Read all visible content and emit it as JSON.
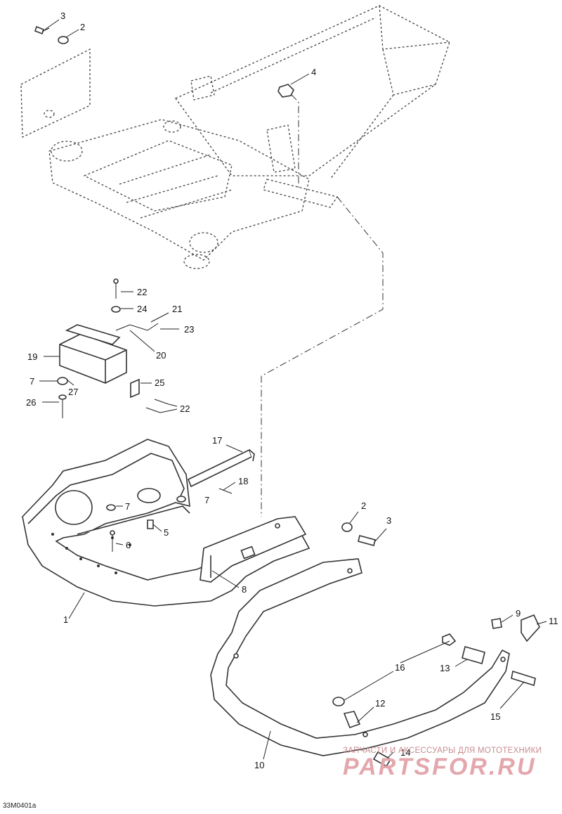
{
  "drawing_code": "33M0401a",
  "watermark": {
    "tagline": "ЗАПЧАСТИ И АКСЕССУАРЫ ДЛЯ МОТОТЕХНИКИ",
    "brand": "PARTSFOR.RU"
  },
  "callouts": [
    {
      "id": "c3a",
      "label": "3"
    },
    {
      "id": "c2a",
      "label": "2"
    },
    {
      "id": "c4",
      "label": "4"
    },
    {
      "id": "c22a",
      "label": "22"
    },
    {
      "id": "c24",
      "label": "24"
    },
    {
      "id": "c21",
      "label": "21"
    },
    {
      "id": "c23",
      "label": "23"
    },
    {
      "id": "c20",
      "label": "20"
    },
    {
      "id": "c19",
      "label": "19"
    },
    {
      "id": "c7a",
      "label": "7"
    },
    {
      "id": "c27",
      "label": "27"
    },
    {
      "id": "c25",
      "label": "25"
    },
    {
      "id": "c26",
      "label": "26"
    },
    {
      "id": "c22b",
      "label": "22"
    },
    {
      "id": "c17",
      "label": "17"
    },
    {
      "id": "c18",
      "label": "18"
    },
    {
      "id": "c7b",
      "label": "7"
    },
    {
      "id": "c7c",
      "label": "7"
    },
    {
      "id": "c5",
      "label": "5"
    },
    {
      "id": "c6",
      "label": "6"
    },
    {
      "id": "c2b",
      "label": "2"
    },
    {
      "id": "c3b",
      "label": "3"
    },
    {
      "id": "c8",
      "label": "8"
    },
    {
      "id": "c1",
      "label": "1"
    },
    {
      "id": "c9",
      "label": "9"
    },
    {
      "id": "c11",
      "label": "11"
    },
    {
      "id": "c16",
      "label": "16"
    },
    {
      "id": "c13",
      "label": "13"
    },
    {
      "id": "c12",
      "label": "12"
    },
    {
      "id": "c15",
      "label": "15"
    },
    {
      "id": "c14",
      "label": "14"
    },
    {
      "id": "c10",
      "label": "10"
    }
  ]
}
